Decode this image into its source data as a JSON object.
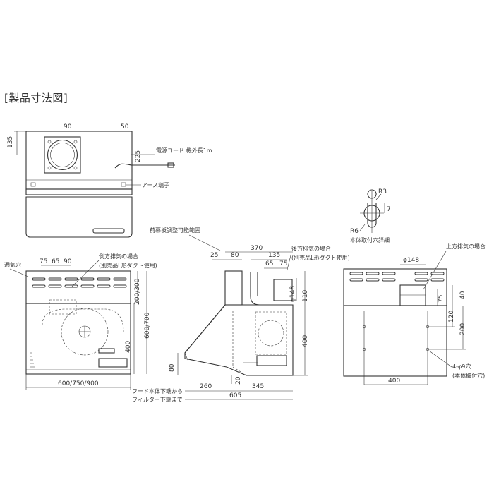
{
  "title": "[製品寸法図]",
  "top_view": {
    "dims": {
      "d135": "135",
      "d90": "90",
      "d50": "50",
      "d225": "225"
    },
    "labels": {
      "cord": "電源コード:機外長1m",
      "earth": "アース端子"
    }
  },
  "front_view": {
    "labels": {
      "vent": "通気穴",
      "side_exhaust": "側方排気の場合",
      "side_note": "(別売品L形ダクト使用)"
    },
    "dims": {
      "d75": "75",
      "d65": "65",
      "d90": "90",
      "d200_300": "200/300",
      "d600_700": "600/700",
      "d400": "400",
      "width": "600/750/900"
    }
  },
  "side_view": {
    "labels": {
      "front_plate": "前幕板調整可能範囲",
      "rear_exhaust": "後方排気の場合",
      "rear_note": "(別売品L形ダクト使用)",
      "hood_bottom": "フード本体下端から",
      "filter_bottom": "フィルター下端まで"
    },
    "dims": {
      "d25": "25",
      "d370": "370",
      "d80": "80",
      "d135": "135",
      "d65": "65",
      "d75": "75",
      "d148": "φ148",
      "d110": "110",
      "d400": "400",
      "d80v": "80",
      "d20": "20",
      "d260": "260",
      "d345": "345",
      "d605": "605"
    }
  },
  "detail": {
    "label": "本体取付穴詳細",
    "dims": {
      "r3": "R3",
      "r6": "R6",
      "d7": "7"
    }
  },
  "back_view": {
    "labels": {
      "top_exhaust": "上方排気の場合",
      "holes": "4-φ9穴",
      "holes_note": "(本体取付穴)"
    },
    "dims": {
      "d148": "φ148",
      "d40": "40",
      "d75": "75",
      "d120": "120",
      "d200": "200",
      "d400": "400"
    }
  }
}
